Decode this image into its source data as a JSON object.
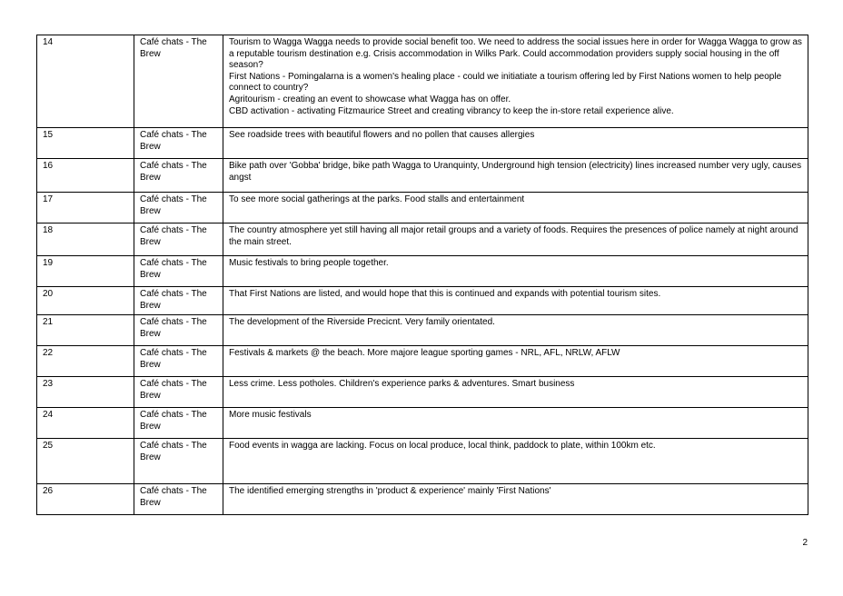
{
  "rows": [
    {
      "num": "14",
      "source": "Café chats - The Brew",
      "lines": [
        "Tourism to Wagga Wagga needs to provide social benefit too. We need to address the social issues here in order for Wagga Wagga to grow as a reputable tourism destination e.g. Crisis accommodation in Wilks Park. Could accommodation providers supply social housing in the off season?",
        "First Nations - Pomingalarna is a women's healing place - could we initiatiate a tourism offering led by First Nations women to help people connect to country?",
        "Agritourism - creating an event to showcase what Wagga has on offer.",
        "CBD activation - activating Fitzmaurice Street and creating vibrancy to keep the in-store retail experience alive."
      ]
    },
    {
      "num": "15",
      "source": "Café chats - The Brew",
      "lines": [
        "See roadside trees with beautiful flowers and no pollen that causes allergies"
      ]
    },
    {
      "num": "16",
      "source": "Café chats - The Brew",
      "lines": [
        "Bike path over 'Gobba' bridge, bike path Wagga to Uranquinty, Underground high tension (electricity) lines increased number very ugly, causes angst"
      ]
    },
    {
      "num": "17",
      "source": "Café chats - The Brew",
      "lines": [
        "To see more social gatherings at the parks. Food stalls and entertainment"
      ]
    },
    {
      "num": "18",
      "source": "Café chats - The Brew",
      "lines": [
        "The country atmosphere yet still having all major retail groups and a variety of foods. Requires the presences of police namely at night around the main street."
      ]
    },
    {
      "num": "19",
      "source": "Café chats - The Brew",
      "lines": [
        "Music festivals to bring people together."
      ]
    },
    {
      "num": "20",
      "source": "Café chats - The Brew",
      "lines": [
        "That First Nations are listed, and would hope that this is continued and expands with potential tourism sites."
      ]
    },
    {
      "num": "21",
      "source": "Café chats - The Brew",
      "lines": [
        "The development of the Riverside Precicnt. Very family orientated."
      ]
    },
    {
      "num": "22",
      "source": "Café chats - The Brew",
      "lines": [
        "Festivals & markets @ the beach. More majore league sporting games - NRL, AFL, NRLW, AFLW"
      ]
    },
    {
      "num": "23",
      "source": "Café chats - The Brew",
      "lines": [
        "Less crime. Less potholes. Children's experience parks & adventures. Smart business"
      ]
    },
    {
      "num": "24",
      "source": "Café chats - The Brew",
      "lines": [
        "More music festivals"
      ]
    },
    {
      "num": "25",
      "source": "Café chats - The Brew",
      "lines": [
        "Food events in wagga are lacking. Focus on local produce, local think, paddock to plate, within 100km etc."
      ]
    },
    {
      "num": "26",
      "source": "Café chats - The Brew",
      "lines": [
        "The identified emerging strengths in 'product & experience' mainly 'First Nations'"
      ]
    }
  ],
  "page_number": "2"
}
